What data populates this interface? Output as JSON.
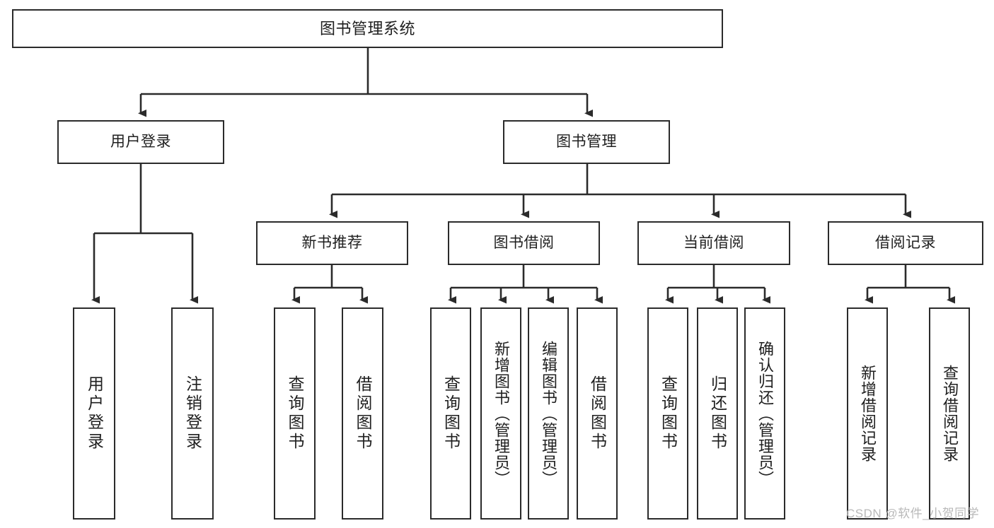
{
  "diagram": {
    "title": "图书管理系统",
    "type": "hierarchy-tree",
    "root": {
      "id": "root",
      "label": "图书管理系统"
    },
    "level2": [
      {
        "id": "user-login",
        "label": "用户登录"
      },
      {
        "id": "book-management",
        "label": "图书管理"
      }
    ],
    "level3": [
      {
        "id": "new-book-recommend",
        "label": "新书推荐"
      },
      {
        "id": "book-borrow",
        "label": "图书借阅"
      },
      {
        "id": "current-borrow",
        "label": "当前借阅"
      },
      {
        "id": "borrow-record",
        "label": "借阅记录"
      }
    ],
    "leaves": {
      "user_login": [
        {
          "id": "leaf-user-login",
          "label": "用户登录"
        },
        {
          "id": "leaf-logout",
          "label": "注销登录"
        }
      ],
      "new_book_recommend": [
        {
          "id": "leaf-query-book-1",
          "label": "查询图书"
        },
        {
          "id": "leaf-borrow-book-1",
          "label": "借阅图书"
        }
      ],
      "book_borrow": [
        {
          "id": "leaf-query-book-2",
          "label": "查询图书"
        },
        {
          "id": "leaf-add-book",
          "label": "新增图书（管理员）"
        },
        {
          "id": "leaf-edit-book",
          "label": "编辑图书（管理员）"
        },
        {
          "id": "leaf-borrow-book-2",
          "label": "借阅图书"
        }
      ],
      "current_borrow": [
        {
          "id": "leaf-query-book-3",
          "label": "查询图书"
        },
        {
          "id": "leaf-return-book",
          "label": "归还图书"
        },
        {
          "id": "leaf-confirm-return",
          "label": "确认归还（管理员）"
        }
      ],
      "borrow_record": [
        {
          "id": "leaf-add-record",
          "label": "新增借阅记录"
        },
        {
          "id": "leaf-query-record",
          "label": "查询借阅记录"
        }
      ]
    }
  },
  "watermark": {
    "text": "CSDN @软件_小贺同学"
  },
  "colors": {
    "box_border": "#2b2b2b",
    "box_fill": "#ffffff",
    "connector": "#333333",
    "text": "#1f1f1f",
    "watermark": "#b9b9b9"
  }
}
